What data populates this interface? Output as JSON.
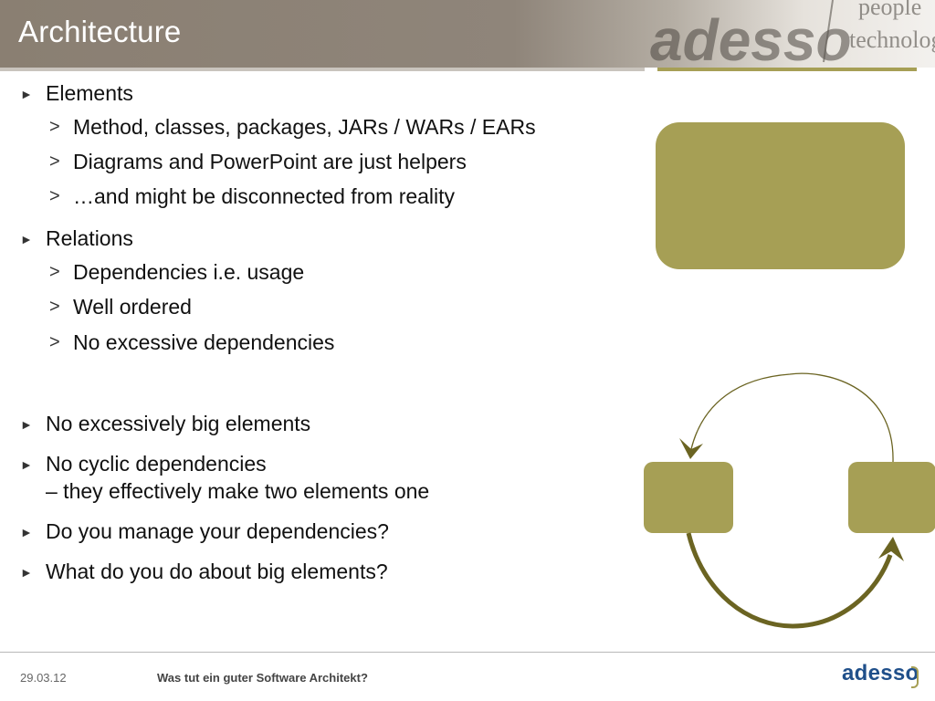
{
  "slide": {
    "title": "Architecture",
    "brand_text": "adesso",
    "brand_tagline_1": "people",
    "brand_tagline_2": "technology"
  },
  "bullets": {
    "elements": {
      "label": "Elements",
      "sub": [
        "Method, classes, packages, JARs / WARs / EARs",
        "Diagrams and PowerPoint are just helpers",
        "…and might be disconnected from reality"
      ]
    },
    "relations": {
      "label": "Relations",
      "sub": [
        "Dependencies i.e. usage",
        "Well ordered",
        "No excessive dependencies"
      ]
    },
    "no_big": "No excessively big elements",
    "no_cyclic": "No cyclic dependencies",
    "no_cyclic_cont": "– they effectively make two elements one",
    "manage": "Do you manage your dependencies?",
    "big_elements": "What do you do about big elements?"
  },
  "markers": {
    "level1": "►",
    "level2": ">"
  },
  "footer": {
    "date": "29.03.12",
    "title": "Was tut ein guter Software Architekt?",
    "logo": "adesso"
  },
  "colors": {
    "accent_olive": "#a69f55",
    "arrow_dark_olive": "#6b6422",
    "header_taupe": "#8a7f72",
    "logo_blue": "#1f4f8a"
  }
}
